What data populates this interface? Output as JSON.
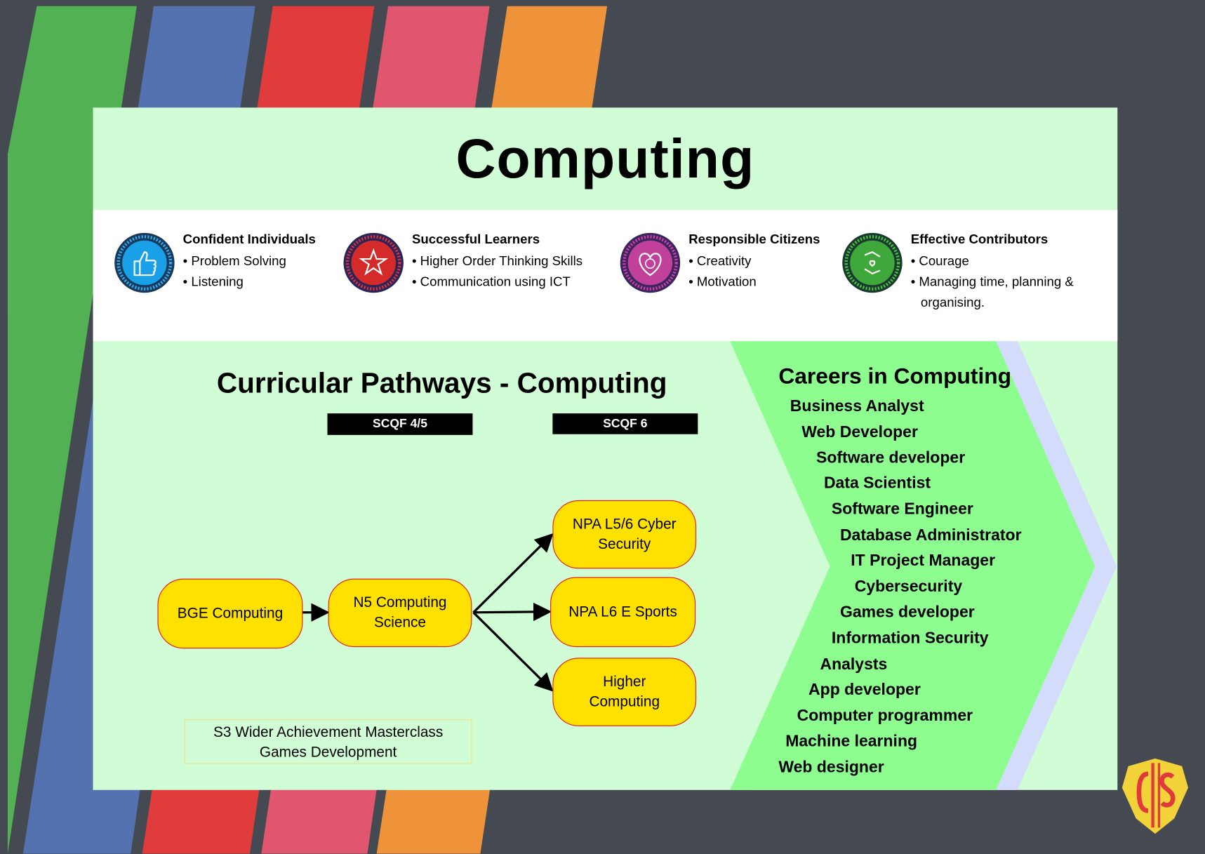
{
  "title": "Computing",
  "capacities": [
    {
      "heading": "Confident Individuals",
      "points": [
        "• Problem Solving",
        "• Listening"
      ],
      "icon": "thumbs-up-icon",
      "color": "#1a9be0"
    },
    {
      "heading": "Successful Learners",
      "points": [
        "•  Higher Order Thinking Skills",
        "• Communication using ICT"
      ],
      "icon": "star-icon",
      "color": "#d42a2a"
    },
    {
      "heading": "Responsible Citizens",
      "points": [
        "• Creativity",
        "• Motivation"
      ],
      "icon": "heart-globe-icon",
      "color": "#c0409a"
    },
    {
      "heading": "Effective Contributors",
      "points": [
        "•  Courage",
        "•  Managing time, planning &",
        "organising."
      ],
      "icon": "hands-heart-icon",
      "color": "#3fa83a"
    }
  ],
  "pathways": {
    "title": "Curricular Pathways - Computing",
    "levels": [
      "SCQF 4/5",
      "SCQF 6"
    ],
    "nodes": {
      "bge": "BGE Computing",
      "n5": "N5 Computing Science",
      "cyber": "NPA L5/6 Cyber Security",
      "esports": "NPA L6 E Sports",
      "higher": "Higher Computing"
    },
    "masterclass": [
      "S3 Wider Achievement Masterclass",
      "Games Development"
    ]
  },
  "careers": {
    "title": "Careers in Computing",
    "items": [
      "Business Analyst",
      "Web Developer",
      "Software developer",
      "Data Scientist",
      "Software Engineer",
      "Database Administrator",
      "IT Project Manager",
      "Cybersecurity",
      "Games developer",
      "Information Security",
      "Analysts",
      "App developer",
      "Computer programmer",
      "Machine learning",
      "Web designer"
    ]
  },
  "logo": {
    "text": "CHS"
  },
  "colors": {
    "slide_bg": "#d0fdd5",
    "chevron": "#8dfd8f",
    "node_fill": "#ffe100",
    "node_border": "#e8141a"
  }
}
